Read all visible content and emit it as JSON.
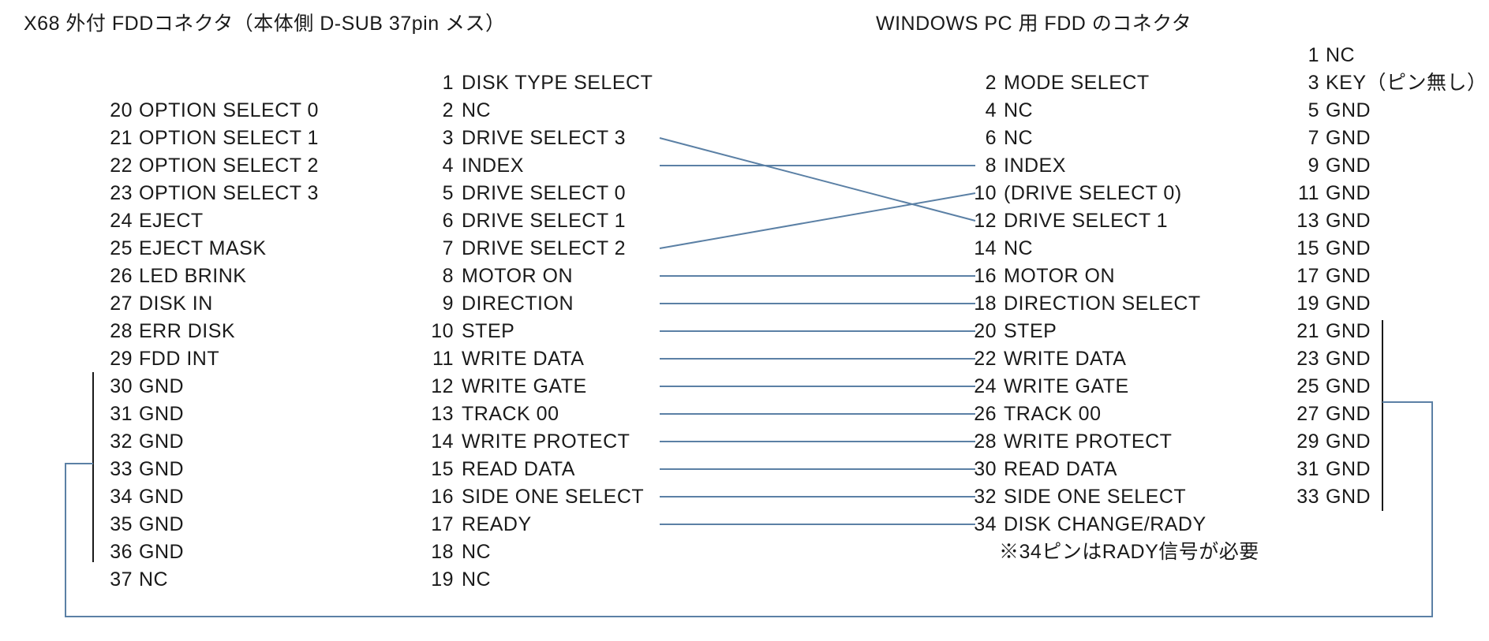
{
  "diagram": {
    "title_left": "X68 外付 FDDコネクタ（本体側 D-SUB 37pin メス）",
    "title_right": "WINDOWS PC 用 FDD のコネクタ",
    "note": "※34ピンはRADY信号が必要"
  },
  "colors": {
    "wire_blue": "#5b80a5",
    "bus_black": "#1a1a1a",
    "text": "#1a1a1a",
    "background": "#ffffff"
  },
  "columns": {
    "x68_outer": {
      "rows": [
        {
          "pin": "20",
          "label": "OPTION SELECT 0"
        },
        {
          "pin": "21",
          "label": "OPTION SELECT 1"
        },
        {
          "pin": "22",
          "label": "OPTION SELECT 2"
        },
        {
          "pin": "23",
          "label": "OPTION SELECT 3"
        },
        {
          "pin": "24",
          "label": "EJECT"
        },
        {
          "pin": "25",
          "label": "EJECT MASK"
        },
        {
          "pin": "26",
          "label": "LED BRINK"
        },
        {
          "pin": "27",
          "label": "DISK IN"
        },
        {
          "pin": "28",
          "label": "ERR DISK"
        },
        {
          "pin": "29",
          "label": "FDD INT"
        },
        {
          "pin": "30",
          "label": "GND"
        },
        {
          "pin": "31",
          "label": "GND"
        },
        {
          "pin": "32",
          "label": "GND"
        },
        {
          "pin": "33",
          "label": "GND"
        },
        {
          "pin": "34",
          "label": "GND"
        },
        {
          "pin": "35",
          "label": "GND"
        },
        {
          "pin": "36",
          "label": "GND"
        },
        {
          "pin": "37",
          "label": "NC"
        }
      ]
    },
    "x68_inner": {
      "rows": [
        {
          "pin": "1",
          "label": "DISK TYPE SELECT"
        },
        {
          "pin": "2",
          "label": "NC"
        },
        {
          "pin": "3",
          "label": "DRIVE SELECT 3"
        },
        {
          "pin": "4",
          "label": "INDEX"
        },
        {
          "pin": "5",
          "label": "DRIVE SELECT 0"
        },
        {
          "pin": "6",
          "label": "DRIVE SELECT 1"
        },
        {
          "pin": "7",
          "label": "DRIVE SELECT 2"
        },
        {
          "pin": "8",
          "label": "MOTOR ON"
        },
        {
          "pin": "9",
          "label": "DIRECTION"
        },
        {
          "pin": "10",
          "label": "STEP"
        },
        {
          "pin": "11",
          "label": "WRITE DATA"
        },
        {
          "pin": "12",
          "label": "WRITE GATE"
        },
        {
          "pin": "13",
          "label": "TRACK 00"
        },
        {
          "pin": "14",
          "label": "WRITE PROTECT"
        },
        {
          "pin": "15",
          "label": "READ DATA"
        },
        {
          "pin": "16",
          "label": "SIDE ONE SELECT"
        },
        {
          "pin": "17",
          "label": "READY"
        },
        {
          "pin": "18",
          "label": "NC"
        },
        {
          "pin": "19",
          "label": "NC"
        }
      ]
    },
    "pc_even": {
      "rows": [
        {
          "pin": "2",
          "label": "MODE SELECT"
        },
        {
          "pin": "4",
          "label": "NC"
        },
        {
          "pin": "6",
          "label": "NC"
        },
        {
          "pin": "8",
          "label": "INDEX"
        },
        {
          "pin": "10",
          "label": "(DRIVE SELECT 0)"
        },
        {
          "pin": "12",
          "label": "DRIVE SELECT 1"
        },
        {
          "pin": "14",
          "label": "NC"
        },
        {
          "pin": "16",
          "label": "MOTOR ON"
        },
        {
          "pin": "18",
          "label": "DIRECTION SELECT"
        },
        {
          "pin": "20",
          "label": "STEP"
        },
        {
          "pin": "22",
          "label": "WRITE DATA"
        },
        {
          "pin": "24",
          "label": "WRITE GATE"
        },
        {
          "pin": "26",
          "label": "TRACK 00"
        },
        {
          "pin": "28",
          "label": "WRITE PROTECT"
        },
        {
          "pin": "30",
          "label": "READ DATA"
        },
        {
          "pin": "32",
          "label": "SIDE ONE SELECT"
        },
        {
          "pin": "34",
          "label": "DISK CHANGE/RADY"
        }
      ]
    },
    "pc_odd": {
      "rows": [
        {
          "pin": "1",
          "label": "NC"
        },
        {
          "pin": "3",
          "label": "KEY（ピン無し）"
        },
        {
          "pin": "5",
          "label": "GND"
        },
        {
          "pin": "7",
          "label": "GND"
        },
        {
          "pin": "9",
          "label": "GND"
        },
        {
          "pin": "11",
          "label": "GND"
        },
        {
          "pin": "13",
          "label": "GND"
        },
        {
          "pin": "15",
          "label": "GND"
        },
        {
          "pin": "17",
          "label": "GND"
        },
        {
          "pin": "19",
          "label": "GND"
        },
        {
          "pin": "21",
          "label": "GND"
        },
        {
          "pin": "23",
          "label": "GND"
        },
        {
          "pin": "25",
          "label": "GND"
        },
        {
          "pin": "27",
          "label": "GND"
        },
        {
          "pin": "29",
          "label": "GND"
        },
        {
          "pin": "31",
          "label": "GND"
        },
        {
          "pin": "33",
          "label": "GND"
        }
      ]
    }
  },
  "connections": [
    {
      "from_pin": "3",
      "to_pin": "12"
    },
    {
      "from_pin": "4",
      "to_pin": "8"
    },
    {
      "from_pin": "7",
      "to_pin": "10"
    },
    {
      "from_pin": "8",
      "to_pin": "16"
    },
    {
      "from_pin": "9",
      "to_pin": "18"
    },
    {
      "from_pin": "10",
      "to_pin": "20"
    },
    {
      "from_pin": "11",
      "to_pin": "22"
    },
    {
      "from_pin": "12",
      "to_pin": "24"
    },
    {
      "from_pin": "13",
      "to_pin": "26"
    },
    {
      "from_pin": "14",
      "to_pin": "28"
    },
    {
      "from_pin": "15",
      "to_pin": "30"
    },
    {
      "from_pin": "16",
      "to_pin": "32"
    },
    {
      "from_pin": "17",
      "to_pin": "34"
    }
  ],
  "gnd_buses": {
    "x68_bus_pins": "30–36 GND",
    "pc_bus_pins": "21–33 GND",
    "link": "both GND buses joined by wire looping around bottom edge"
  }
}
